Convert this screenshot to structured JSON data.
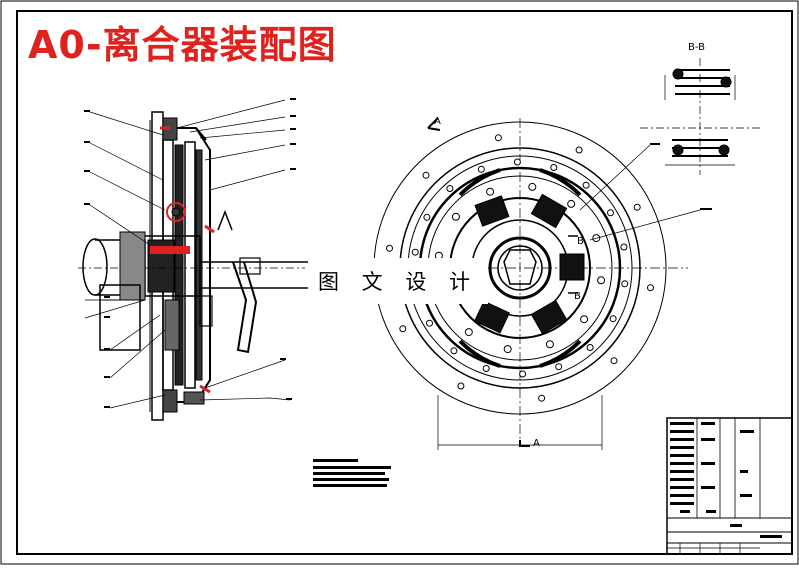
{
  "title": "A0-离合器装配图",
  "watermark": "图 文 设 计",
  "section_bb": "B-B",
  "section_a": "A",
  "section_b": "B",
  "colors": {
    "title": "#e0221f",
    "line": "#000000",
    "highlight": "#e0221f"
  }
}
